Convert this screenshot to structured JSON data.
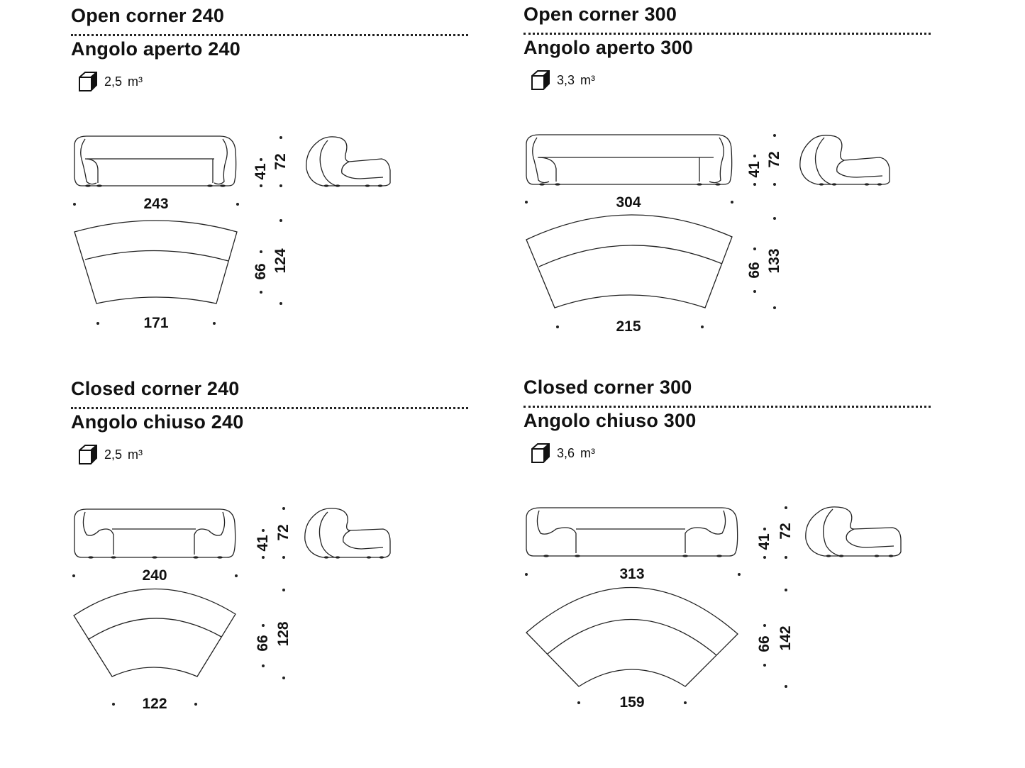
{
  "panels": [
    {
      "title_en": "Open corner 240",
      "title_it": "Angolo aperto 240",
      "volume": "2,5",
      "volume_unit": "m³",
      "dims": {
        "sofa_width": "243",
        "seat_height": "41",
        "total_height": "72",
        "top_seat_depth": "66",
        "top_total_depth": "124",
        "top_inner_width": "171"
      }
    },
    {
      "title_en": "Open corner 300",
      "title_it": "Angolo aperto 300",
      "volume": "3,3",
      "volume_unit": "m³",
      "dims": {
        "sofa_width": "304",
        "seat_height": "41",
        "total_height": "72",
        "top_seat_depth": "66",
        "top_total_depth": "133",
        "top_inner_width": "215"
      }
    },
    {
      "title_en": "Closed corner 240",
      "title_it": "Angolo chiuso 240",
      "volume": "2,5",
      "volume_unit": "m³",
      "dims": {
        "sofa_width": "240",
        "seat_height": "41",
        "total_height": "72",
        "top_seat_depth": "66",
        "top_total_depth": "128",
        "top_inner_width": "122"
      }
    },
    {
      "title_en": "Closed corner 300",
      "title_it": "Angolo chiuso 300",
      "volume": "3,6",
      "volume_unit": "m³",
      "dims": {
        "sofa_width": "313",
        "seat_height": "41",
        "total_height": "72",
        "top_seat_depth": "66",
        "top_total_depth": "142",
        "top_inner_width": "159"
      }
    }
  ]
}
